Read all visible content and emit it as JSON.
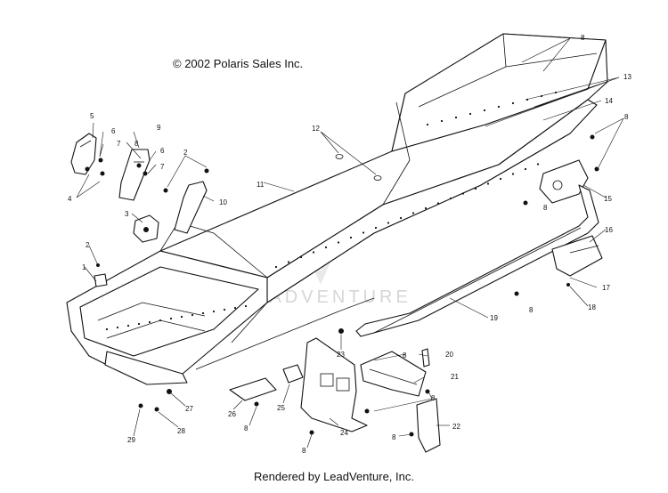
{
  "diagram": {
    "copyright": "© 2002 Polaris Sales Inc.",
    "footer": "Rendered by LeadVenture, Inc.",
    "watermark": "LEADVENTURE"
  },
  "callouts": {
    "c1": "1",
    "c2a": "2",
    "c2b": "2",
    "c3": "3",
    "c4": "4",
    "c5": "5",
    "c6a": "6",
    "c6b": "6",
    "c7a": "7",
    "c7b": "7",
    "c8a": "8",
    "c8b": "8",
    "c8c": "8",
    "c8d": "8",
    "c8e": "8",
    "c8f": "8",
    "c8g": "8",
    "c8h": "8",
    "c8i": "8",
    "c8j": "8",
    "c9": "9",
    "c10": "10",
    "c11": "11",
    "c12": "12",
    "c13": "13",
    "c14": "14",
    "c15": "15",
    "c16": "16",
    "c17": "17",
    "c18": "18",
    "c19": "19",
    "c20": "20",
    "c21": "21",
    "c22": "22",
    "c23": "23",
    "c24": "24",
    "c25": "25",
    "c26": "26",
    "c27": "27",
    "c28": "28",
    "c29": "29"
  }
}
